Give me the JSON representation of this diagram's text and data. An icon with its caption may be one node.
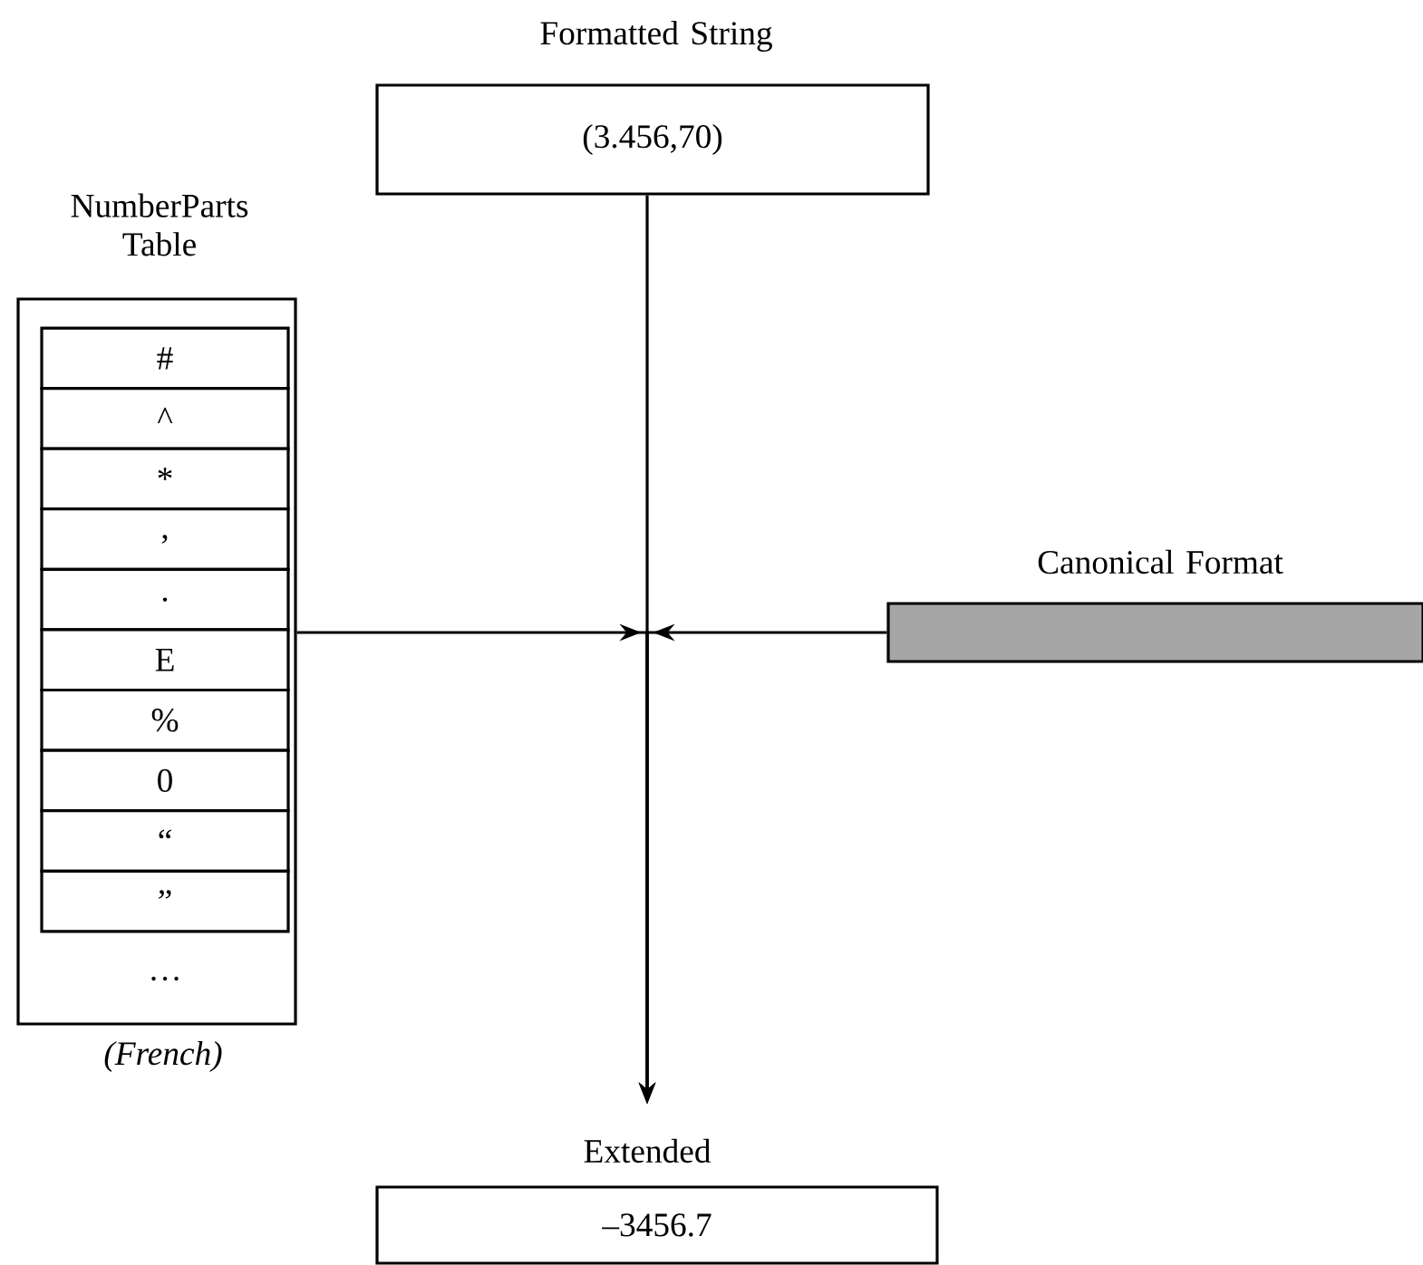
{
  "diagram": {
    "nodes": [
      {
        "text": [
          "Formatted String",
          "(3.456,70)"
        ]
      },
      {
        "text": [
          "NumberParts Table",
          "…"
        ],
        "beside": [
          "(French)"
        ]
      },
      {
        "text": [
          "#"
        ],
        "in": 1
      },
      {
        "text": [
          "^"
        ],
        "in": 1
      },
      {
        "text": [
          "*"
        ],
        "in": 1
      },
      {
        "text": [
          ","
        ],
        "in": 1
      },
      {
        "text": [
          "."
        ],
        "in": 1
      },
      {
        "text": [
          "E"
        ],
        "in": 1
      },
      {
        "text": [
          "%"
        ],
        "in": 1
      },
      {
        "text": [
          "0"
        ],
        "in": 1
      },
      {
        "text": [
          "“"
        ],
        "in": 1
      },
      {
        "text": [
          "”"
        ],
        "in": 1
      },
      {
        "text": [
          "Canonical Format"
        ]
      },
      {
        "text": [
          "Extended",
          "–3456.7"
        ]
      }
    ],
    "edges": [
      {
        "from": 0,
        "to": 13,
        "arrow": "to"
      },
      {
        "from": 1,
        "to": 13,
        "arrow": "to"
      },
      {
        "from": 12,
        "to": 13,
        "arrow": "to"
      }
    ]
  }
}
